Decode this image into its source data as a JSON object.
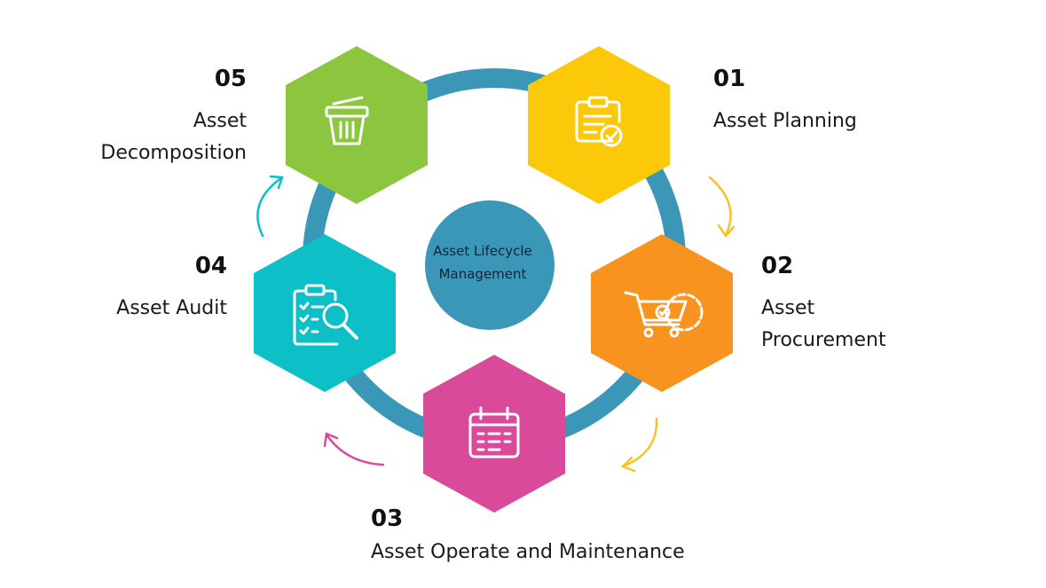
{
  "center": {
    "title": "Asset Lifecycle Management"
  },
  "stages": [
    {
      "number": "01",
      "label_lines": [
        "Asset Planning"
      ],
      "color": "#FBC90A",
      "icon": "clipboard-check-icon"
    },
    {
      "number": "02",
      "label_lines": [
        "Asset",
        "Procurement"
      ],
      "color": "#F7931E",
      "icon": "cart-gear-icon"
    },
    {
      "number": "03",
      "label_lines": [
        "Asset Operate and Maintenance"
      ],
      "color": "#D94A9A",
      "icon": "calendar-icon"
    },
    {
      "number": "04",
      "label_lines": [
        "Asset Audit"
      ],
      "color": "#0DBFC7",
      "icon": "checklist-search-icon"
    },
    {
      "number": "05",
      "label_lines": [
        "Asset",
        "Decomposition"
      ],
      "color": "#8CC63F",
      "icon": "trash-bin-icon"
    }
  ],
  "colors": {
    "ring": "#3A97B7",
    "center_circle": "#3A97B7"
  }
}
